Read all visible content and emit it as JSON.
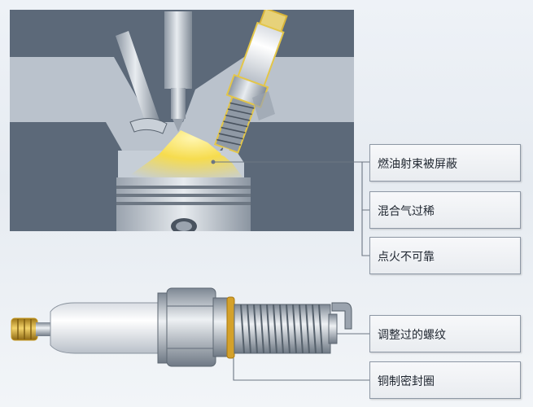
{
  "labels": {
    "fuel_spray_shielded": "燃油射束被屏蔽",
    "mixture_too_lean": "混合气过稀",
    "ignition_unreliable": "点火不可靠",
    "adjusted_thread": "调整过的螺纹",
    "copper_seal": "铜制密封圈"
  },
  "colors": {
    "engine_dark": "#606d7d",
    "engine_light": "#bcc4cf",
    "flame_yellow": "#f8e15a",
    "seal_gold": "#d4a12a",
    "leader_line": "#6c7683"
  }
}
